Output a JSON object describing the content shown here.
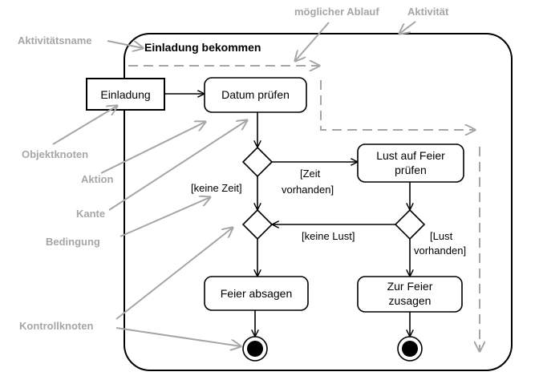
{
  "activity": {
    "name": "Einladung bekommen"
  },
  "nodes": {
    "object": "Einladung",
    "check_date": "Datum prüfen",
    "check_desire_line1": "Lust auf Feier",
    "check_desire_line2": "prüfen",
    "cancel": "Feier absagen",
    "accept_line1": "Zur Feier",
    "accept_line2": "zusagen"
  },
  "conditions": {
    "time_available_line1": "[Zeit",
    "time_available_line2": "vorhanden]",
    "no_time": "[keine Zeit]",
    "no_desire": "[keine Lust]",
    "desire_line1": "[Lust",
    "desire_line2": "vorhanden]"
  },
  "annotations": {
    "possible_flow": "möglicher Ablauf",
    "activity": "Aktivität",
    "activity_name": "Aktivitätsname",
    "object_node": "Objektknoten",
    "action": "Aktion",
    "edge": "Kante",
    "condition": "Bedingung",
    "control_nodes": "Kontrollknoten"
  },
  "colors": {
    "diagram": "#000000",
    "annotation": "#a6a6a6"
  }
}
